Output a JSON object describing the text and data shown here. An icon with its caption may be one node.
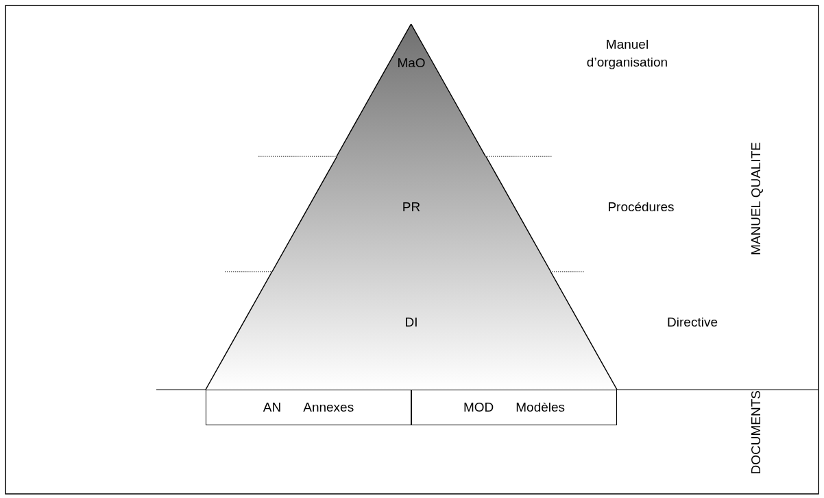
{
  "diagram": {
    "nodes": [
      {
        "text": [
          "MaO"
        ]
      },
      {
        "text": [
          "PR"
        ]
      },
      {
        "text": [
          "DI"
        ]
      },
      {
        "text": [
          "AN",
          "Annexes"
        ]
      },
      {
        "text": [
          "MOD",
          "Modèles"
        ]
      }
    ],
    "labels": [
      "Manuel d’organisation",
      "Procédures",
      "Directive",
      "MANUEL QUALITE",
      "DOCUMENTS"
    ]
  }
}
